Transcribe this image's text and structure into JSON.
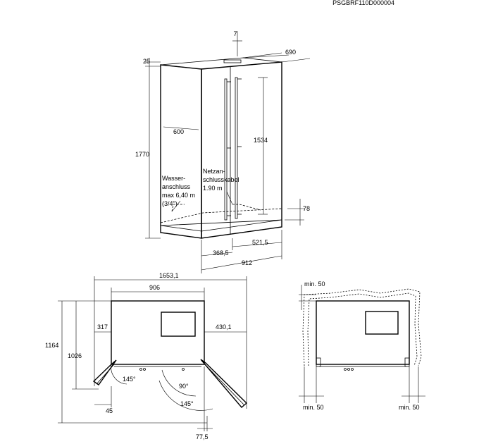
{
  "code": "PSGBRF110D000004",
  "top": {
    "d7": "7",
    "d690": "690",
    "d25": "25",
    "d600": "600",
    "d1770": "1770",
    "d1534": "1534",
    "water": [
      "Wasser-",
      "anschluss",
      "max 6,40 m",
      "(3/4\")"
    ],
    "cable": [
      "Netzan-",
      "schlusskabel",
      "1.90 m"
    ],
    "d78": "78",
    "d521": "521,5",
    "d368": "368,5",
    "d912": "912"
  },
  "plan": {
    "d1653": "1653,1",
    "d906": "906",
    "d317": "317",
    "d430": "430,1",
    "d1164": "1164",
    "d1026": "1026",
    "d145a": "145°",
    "d90": "90°",
    "d145b": "145°",
    "d45": "45",
    "d775": "77,5"
  },
  "clear": {
    "top": "min. 50",
    "left": "min. 50",
    "right": "min. 50"
  }
}
